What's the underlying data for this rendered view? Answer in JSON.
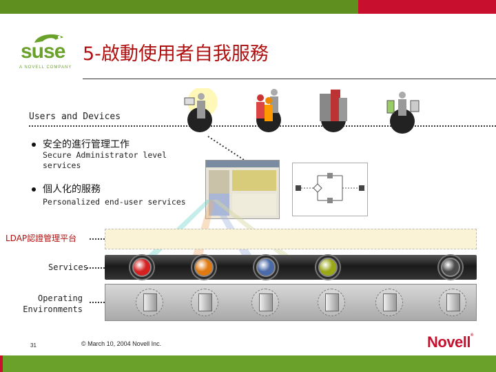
{
  "brand": {
    "logo_word": "suse",
    "logo_tag": "A NOVELL COMPANY",
    "novell": "Novell"
  },
  "colors": {
    "title_red": "#b01010",
    "bar_green": "#6aa12a",
    "novell_red": "#c8102e",
    "ldap_fill": "#faf3d6"
  },
  "slide": {
    "title": "5-啟動使用者自我服務"
  },
  "layers": {
    "users_devices": "Users and Devices",
    "ldap": "LDAP認證管理平台",
    "services": "Services",
    "operating_line1": "Operating",
    "operating_line2": "Environments"
  },
  "bullets": [
    {
      "title": "安全的進行管理工作",
      "sub_line1": "Secure Administrator level",
      "sub_line2": "services"
    },
    {
      "title": "個人化的服務",
      "sub_line1": "Personalized end-user services"
    }
  ],
  "service_balls": [
    {
      "color": "#d42020"
    },
    {
      "color": "#e07a10"
    },
    {
      "color": "#4a6aa8"
    },
    {
      "color": "#9aa818"
    },
    {
      "color": "#4a4a4a"
    }
  ],
  "footer": {
    "page_number": "31",
    "copyright": "© March 10, 2004 Novell Inc."
  }
}
